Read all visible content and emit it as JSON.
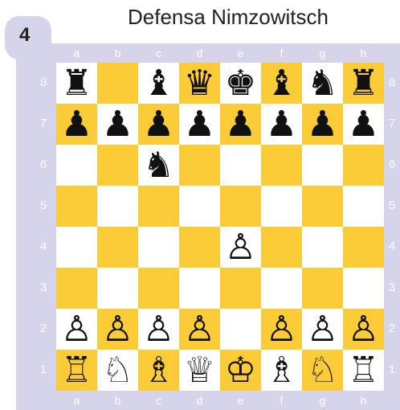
{
  "diagram": {
    "number": "4",
    "title": "Defensa Nimzowitsch"
  },
  "files": [
    "a",
    "b",
    "c",
    "d",
    "e",
    "f",
    "g",
    "h"
  ],
  "ranks": [
    "8",
    "7",
    "6",
    "5",
    "4",
    "3",
    "2",
    "1"
  ],
  "colors": {
    "light_square": "#ffffff",
    "dark_square": "#fbcc37",
    "frame": "#d6d4ea",
    "coordinates": "#ffffff"
  },
  "position": [
    [
      "♜",
      "",
      "♝",
      "♛",
      "♚",
      "♝",
      "♞",
      "♜"
    ],
    [
      "♟",
      "♟",
      "♟",
      "♟",
      "♟",
      "♟",
      "♟",
      "♟"
    ],
    [
      "",
      "",
      "♞",
      "",
      "",
      "",
      "",
      ""
    ],
    [
      "",
      "",
      "",
      "",
      "",
      "",
      "",
      ""
    ],
    [
      "",
      "",
      "",
      "",
      "♙",
      "",
      "",
      ""
    ],
    [
      "",
      "",
      "",
      "",
      "",
      "",
      "",
      ""
    ],
    [
      "♙",
      "♙",
      "♙",
      "♙",
      "",
      "♙",
      "♙",
      "♙"
    ],
    [
      "♖",
      "♘",
      "♗",
      "♕",
      "♔",
      "♗",
      "♘",
      "♖"
    ]
  ]
}
